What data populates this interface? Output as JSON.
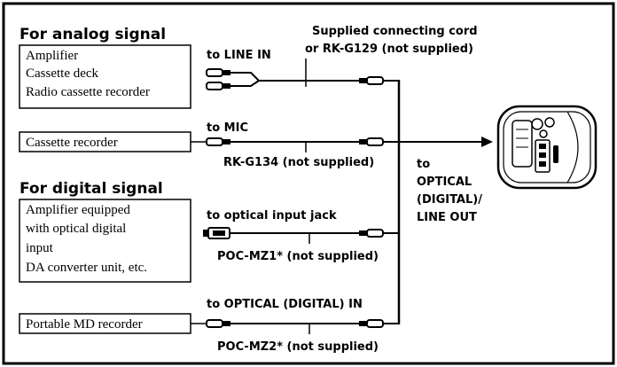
{
  "analog": {
    "heading": "For analog signal",
    "devices": [
      "Amplifier",
      "Cassette deck",
      "Radio cassette recorder"
    ],
    "jack": "to LINE IN",
    "cord_line1": "Supplied connecting cord",
    "cord_line2": "or RK-G129 (not supplied)"
  },
  "mic": {
    "device": "Cassette recorder",
    "jack": "to MIC",
    "cord": "RK-G134 (not supplied)"
  },
  "digital": {
    "heading": "For digital signal",
    "devices": [
      "Amplifier equipped",
      "with optical digital",
      "input",
      "DA converter unit, etc."
    ],
    "jack": "to optical input jack",
    "cord": "POC-MZ1* (not supplied)"
  },
  "md": {
    "device": "Portable MD recorder",
    "jack": "to OPTICAL (DIGITAL) IN",
    "cord": "POC-MZ2* (not supplied)"
  },
  "output": {
    "lines": [
      "to",
      "OPTICAL",
      "(DIGITAL)/",
      "LINE OUT"
    ]
  },
  "icons": {
    "player": "md-player-icon",
    "plug": "plug-icon",
    "arrow": "arrow-right-icon"
  }
}
